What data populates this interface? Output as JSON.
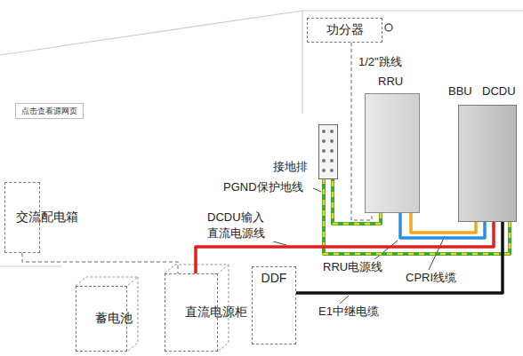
{
  "diagram": {
    "nodes": [
      {
        "text": [
          "功分器"
        ]
      },
      {
        "text": [
          "RRU"
        ]
      },
      {
        "text": [
          "接地排"
        ]
      },
      {
        "text": [
          "BBU",
          "DCDU"
        ]
      },
      {
        "text": [
          "交流配电箱"
        ]
      },
      {
        "text": [
          "蓄电池"
        ]
      },
      {
        "text": [
          "直流电源柜"
        ]
      },
      {
        "text": [
          "DDF"
        ]
      }
    ],
    "edges": [
      {
        "from": 0,
        "to": 1,
        "arrow": "none"
      },
      {
        "from": 1,
        "to": 2,
        "arrow": "none"
      },
      {
        "from": 3,
        "to": 2,
        "arrow": "none"
      },
      {
        "from": 6,
        "to": 3,
        "arrow": "none"
      },
      {
        "from": 3,
        "to": 1,
        "arrow": "none"
      },
      {
        "from": 3,
        "to": 1,
        "arrow": "none"
      },
      {
        "from": 7,
        "to": 3,
        "arrow": "none"
      },
      {
        "from": 4,
        "to": 6,
        "arrow": "none"
      }
    ],
    "labels": [
      "点击查看源网页",
      "1/2\"跳线",
      "PGND保护地线",
      "DCDU输入 直流电源线",
      "RRU电源线",
      "CPRI线缆",
      "E1中继电缆"
    ]
  }
}
